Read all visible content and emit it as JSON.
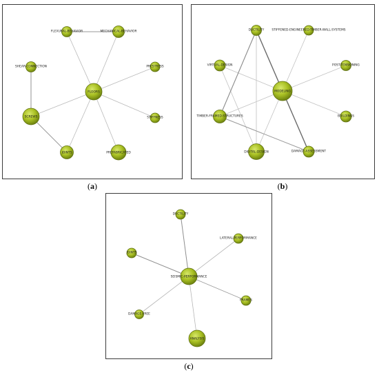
{
  "panels": [
    {
      "id": "a",
      "caption_letter": "a",
      "nodes": [
        {
          "key": "floors",
          "label": "FLOORS"
        },
        {
          "key": "flexural",
          "label": "FLEXURAL-BEHAVIOR"
        },
        {
          "key": "mechanical",
          "label": "MECHANICAL-BEHAVIOR"
        },
        {
          "key": "shear",
          "label": "SHEAR-CONNECTION"
        },
        {
          "key": "prestress",
          "label": "PRESTRESS"
        },
        {
          "key": "screws",
          "label": "SCREWS"
        },
        {
          "key": "stiffness",
          "label": "STIFFNESS"
        },
        {
          "key": "joints",
          "label": "JOINTS"
        },
        {
          "key": "prefab",
          "label": "PREFABRICATED"
        }
      ]
    },
    {
      "id": "b",
      "caption_letter": "b",
      "nodes": [
        {
          "key": "modeling",
          "label": "MODELING"
        },
        {
          "key": "ductility",
          "label": "DUCTILITY"
        },
        {
          "key": "stiffened",
          "label": "STIFFENED-ENGINEERED-TIMBER-WALL-SYSTEMS"
        },
        {
          "key": "virtual",
          "label": "VIRTUAL-DESIGN"
        },
        {
          "key": "posttens",
          "label": "POST-TENSIONING"
        },
        {
          "key": "timberframed",
          "label": "TIMBER-FRAMED-STRUCTURES"
        },
        {
          "key": "buildings",
          "label": "BUILDINGS"
        },
        {
          "key": "digital",
          "label": "DIGITAL-DESIGN"
        },
        {
          "key": "damage",
          "label": "DAMAGE-ASSESSMENT"
        }
      ]
    },
    {
      "id": "c",
      "caption_letter": "c",
      "nodes": [
        {
          "key": "seismic",
          "label": "SEISMIC-PERFORMANCE"
        },
        {
          "key": "ductility",
          "label": "DUCTILITY"
        },
        {
          "key": "lateral",
          "label": "LATERAL-PERFORMANCE"
        },
        {
          "key": "joints",
          "label": "JOINTS"
        },
        {
          "key": "frames",
          "label": "FRAMES"
        },
        {
          "key": "damagefree",
          "label": "DAMAGE-FREE"
        },
        {
          "key": "analysis",
          "label": "ANALYSIS"
        }
      ]
    }
  ]
}
